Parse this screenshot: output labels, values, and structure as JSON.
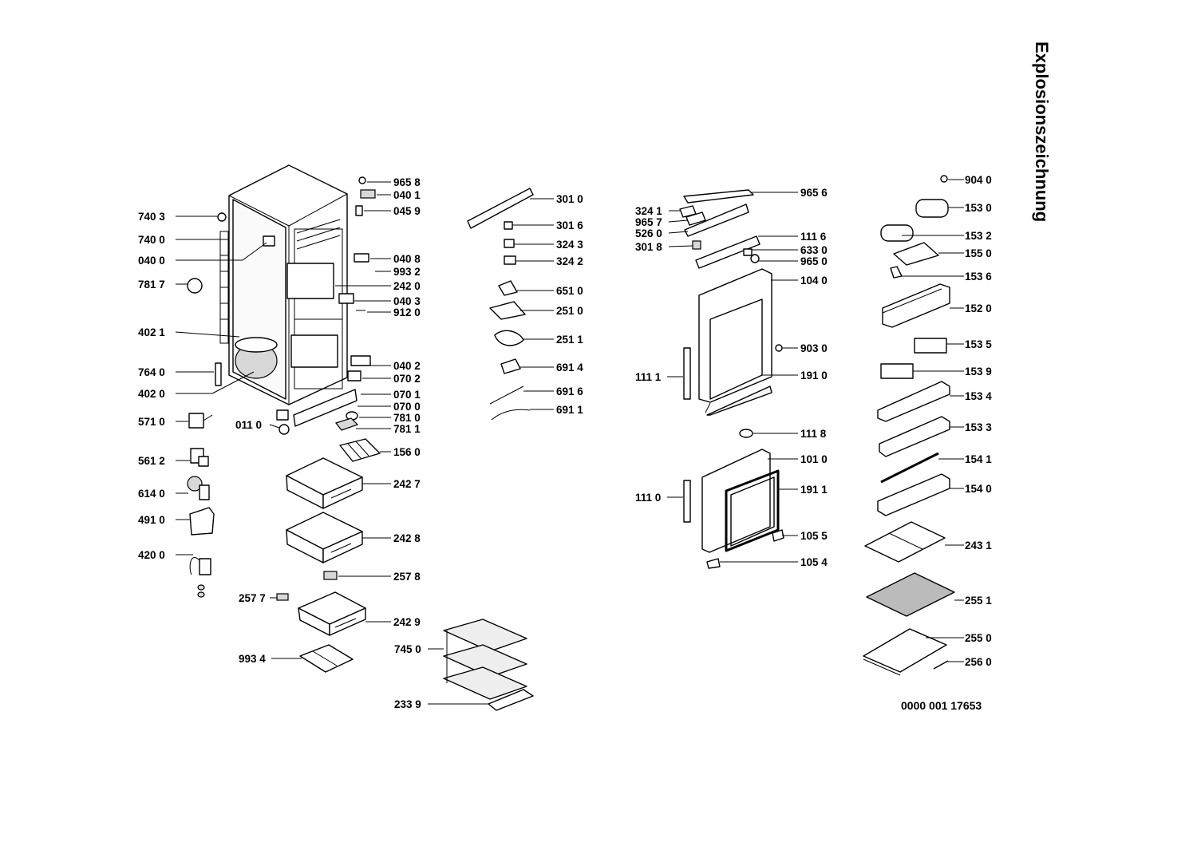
{
  "title": "Explosionszeichnung",
  "document_number": "0000 001 17653",
  "callouts": [
    {
      "id": "c-9658",
      "label": "965 8"
    },
    {
      "id": "c-0401",
      "label": "040 1"
    },
    {
      "id": "c-0459",
      "label": "045 9"
    },
    {
      "id": "c-7403",
      "label": "740 3"
    },
    {
      "id": "c-7400",
      "label": "740 0"
    },
    {
      "id": "c-0400",
      "label": "040 0"
    },
    {
      "id": "c-0408",
      "label": "040 8"
    },
    {
      "id": "c-9932",
      "label": "993 2"
    },
    {
      "id": "c-2420",
      "label": "242 0"
    },
    {
      "id": "c-7817",
      "label": "781 7"
    },
    {
      "id": "c-0403",
      "label": "040 3"
    },
    {
      "id": "c-9120",
      "label": "912 0"
    },
    {
      "id": "c-4021",
      "label": "402 1"
    },
    {
      "id": "c-0402",
      "label": "040 2"
    },
    {
      "id": "c-7640",
      "label": "764 0"
    },
    {
      "id": "c-0702",
      "label": "070 2"
    },
    {
      "id": "c-4020",
      "label": "402 0"
    },
    {
      "id": "c-0701",
      "label": "070 1"
    },
    {
      "id": "c-0700",
      "label": "070 0"
    },
    {
      "id": "c-5710",
      "label": "571 0"
    },
    {
      "id": "c-7810",
      "label": "781 0"
    },
    {
      "id": "c-0110",
      "label": "011 0"
    },
    {
      "id": "c-7811",
      "label": "781 1"
    },
    {
      "id": "c-5612",
      "label": "561 2"
    },
    {
      "id": "c-1560",
      "label": "156 0"
    },
    {
      "id": "c-2427",
      "label": "242 7"
    },
    {
      "id": "c-6140",
      "label": "614 0"
    },
    {
      "id": "c-4910",
      "label": "491 0"
    },
    {
      "id": "c-2428",
      "label": "242 8"
    },
    {
      "id": "c-4200",
      "label": "420 0"
    },
    {
      "id": "c-2578",
      "label": "257 8"
    },
    {
      "id": "c-2577",
      "label": "257 7"
    },
    {
      "id": "c-2429",
      "label": "242 9"
    },
    {
      "id": "c-9934",
      "label": "993 4"
    },
    {
      "id": "c-7450",
      "label": "745 0"
    },
    {
      "id": "c-2339",
      "label": "233 9"
    },
    {
      "id": "c-3010",
      "label": "301 0"
    },
    {
      "id": "c-3016",
      "label": "301 6"
    },
    {
      "id": "c-3243",
      "label": "324 3"
    },
    {
      "id": "c-3242",
      "label": "324 2"
    },
    {
      "id": "c-6510",
      "label": "651 0"
    },
    {
      "id": "c-2510",
      "label": "251 0"
    },
    {
      "id": "c-2511",
      "label": "251 1"
    },
    {
      "id": "c-6914",
      "label": "691 4"
    },
    {
      "id": "c-6916",
      "label": "691 6"
    },
    {
      "id": "c-6911",
      "label": "691 1"
    },
    {
      "id": "c-3241",
      "label": "324 1"
    },
    {
      "id": "c-9657",
      "label": "965 7"
    },
    {
      "id": "c-5260",
      "label": "526 0"
    },
    {
      "id": "c-3018",
      "label": "301 8"
    },
    {
      "id": "c-9656",
      "label": "965 6"
    },
    {
      "id": "c-1116",
      "label": "111 6"
    },
    {
      "id": "c-6330",
      "label": "633 0"
    },
    {
      "id": "c-9650",
      "label": "965 0"
    },
    {
      "id": "c-1040",
      "label": "104 0"
    },
    {
      "id": "c-9030",
      "label": "903 0"
    },
    {
      "id": "c-1111",
      "label": "111 1"
    },
    {
      "id": "c-1910",
      "label": "191 0"
    },
    {
      "id": "c-1118",
      "label": "111 8"
    },
    {
      "id": "c-1010",
      "label": "101 0"
    },
    {
      "id": "c-1110",
      "label": "111 0"
    },
    {
      "id": "c-1911",
      "label": "191 1"
    },
    {
      "id": "c-1055",
      "label": "105 5"
    },
    {
      "id": "c-1054",
      "label": "105 4"
    },
    {
      "id": "c-9040",
      "label": "904 0"
    },
    {
      "id": "c-1530",
      "label": "153 0"
    },
    {
      "id": "c-1532",
      "label": "153 2"
    },
    {
      "id": "c-1550",
      "label": "155 0"
    },
    {
      "id": "c-1536",
      "label": "153 6"
    },
    {
      "id": "c-1520",
      "label": "152 0"
    },
    {
      "id": "c-1535",
      "label": "153 5"
    },
    {
      "id": "c-1539",
      "label": "153 9"
    },
    {
      "id": "c-1534",
      "label": "153 4"
    },
    {
      "id": "c-1533",
      "label": "153 3"
    },
    {
      "id": "c-1541",
      "label": "154 1"
    },
    {
      "id": "c-1540",
      "label": "154 0"
    },
    {
      "id": "c-2431",
      "label": "243 1"
    },
    {
      "id": "c-2551",
      "label": "255 1"
    },
    {
      "id": "c-2550",
      "label": "255 0"
    },
    {
      "id": "c-2560",
      "label": "256 0"
    }
  ]
}
